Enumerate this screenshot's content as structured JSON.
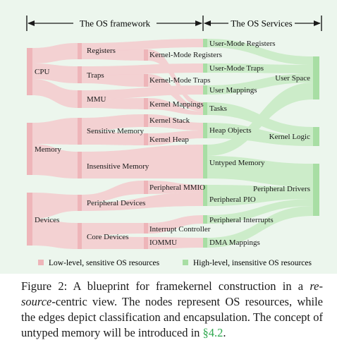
{
  "headers": {
    "framework": "The OS framework",
    "services": "The OS Services"
  },
  "nodes": {
    "cpu": "CPU",
    "memory": "Memory",
    "devices": "Devices",
    "registers": "Registers",
    "traps": "Traps",
    "mmu": "MMU",
    "sensitive_memory": "Sensitive Memory",
    "insensitive_memory": "Insensitive Memory",
    "peripheral_devices": "Peripheral Devices",
    "core_devices": "Core Devices",
    "kernel_mode_registers": "Kernel-Mode Registers",
    "kernel_mode_traps": "Kernel-Mode Traps",
    "kernel_mappings": "Kernel Mappings",
    "kernel_stack": "Kernel Stack",
    "kernel_heap": "Kernel Heap",
    "peripheral_mmio": "Peripheral MMIO",
    "interrupt_controller": "Interrupt Controller",
    "iommu": "IOMMU",
    "user_mode_registers": "User-Mode Registers",
    "user_mode_traps": "User-Mode Traps",
    "user_mappings": "User Mappings",
    "tasks": "Tasks",
    "heap_objects": "Heap Objects",
    "untyped_memory": "Untyped Memory",
    "peripheral_pio": "Peripheral PIO",
    "peripheral_interrupts": "Peripheral Interrupts",
    "dma_mappings": "DMA Mappings",
    "user_space": "User Space",
    "kernel_logic": "Kernel Logic",
    "peripheral_drivers": "Peripheral Drivers"
  },
  "legend": {
    "low_level": "Low-level, sensitive OS resources",
    "high_level": "High-level, insensitive OS resources"
  },
  "colors": {
    "panel": "#ecf6ed",
    "red_node": "#eeb5b9",
    "red_flow": "#f4cdd0",
    "green_node": "#a8dea4",
    "green_flow": "#c7ebc3",
    "link": "#2fa84f"
  },
  "caption": {
    "label": "Figure 2:",
    "part1": " A blueprint for framekernel construction in a ",
    "italic": "re-source",
    "part2": "-centric view. The nodes represent OS resources, while the edges depict classification and encapsulation. The concept of untyped memory will be introduced in ",
    "ref": "§4.2",
    "end": "."
  }
}
